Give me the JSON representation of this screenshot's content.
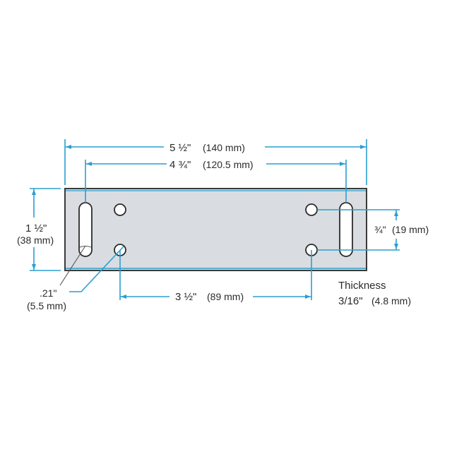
{
  "diagram": {
    "type": "mounting-plate-technical-drawing",
    "colors": {
      "dimension_line": "#2a9fd0",
      "plate_fill": "#d9dde1",
      "plate_border": "#3a3a3a",
      "text": "#2b2b2b",
      "background": "#ffffff"
    },
    "dimensions": {
      "overall_length": {
        "imperial": "5 ½\"",
        "metric": "(140 mm)"
      },
      "slot_spacing": {
        "imperial": "4 ¾\"",
        "metric": "(120.5 mm)"
      },
      "height": {
        "imperial": "1 ½\"",
        "metric": "(38 mm)"
      },
      "hole_vertical_spacing": {
        "imperial": "¾\"",
        "metric": "(19 mm)"
      },
      "hole_horizontal_spacing": {
        "imperial": "3 ½\"",
        "metric": "(89 mm)"
      },
      "hole_diameter": {
        "imperial": ".21\"",
        "metric": "(5.5 mm)"
      }
    },
    "thickness": {
      "label": "Thickness",
      "imperial": "3/16\"",
      "metric": "(4.8 mm)"
    }
  }
}
